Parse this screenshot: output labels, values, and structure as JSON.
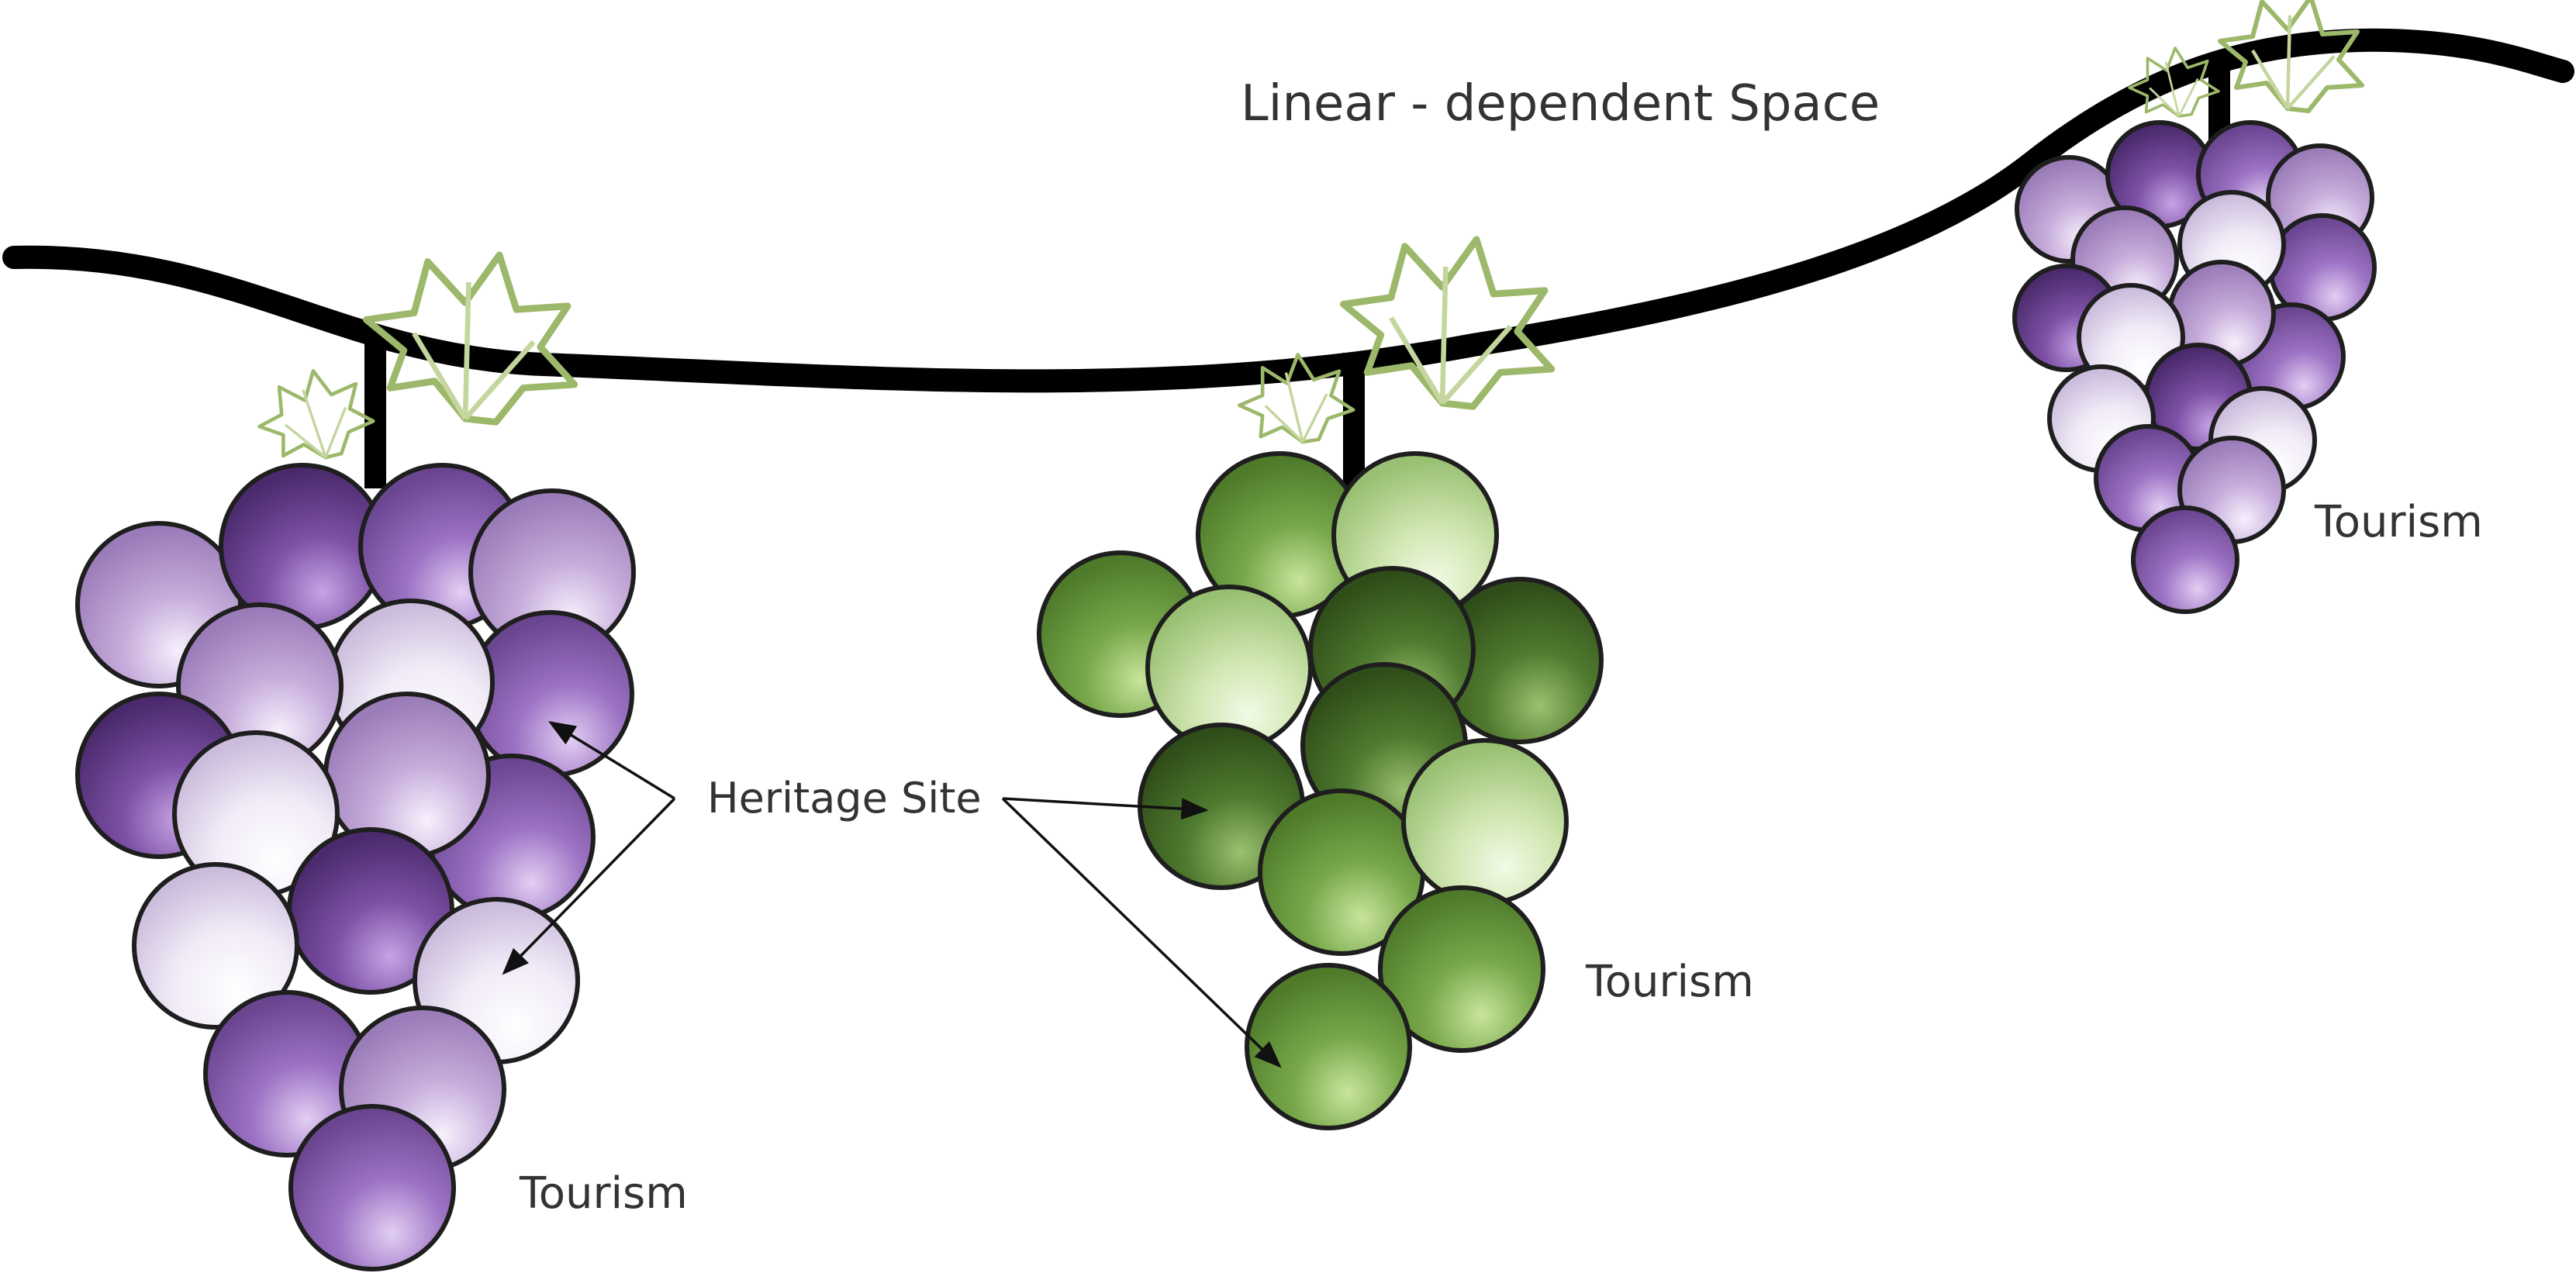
{
  "title": "Linear - dependent Space",
  "labels": {
    "heritage_site": "Heritage Site",
    "tourism": "Tourism"
  },
  "palettes": {
    "purple": [
      "#7a4fa0",
      "#9a70c0",
      "#c3a9d9",
      "#f3eef8"
    ],
    "green": [
      "#4f7a2f",
      "#78a84a",
      "#cfe6b0"
    ]
  },
  "colors": {
    "vine": "#000000",
    "stroke": "#1e1e1e",
    "leaf": "#9cb86a",
    "text": "#333333"
  }
}
